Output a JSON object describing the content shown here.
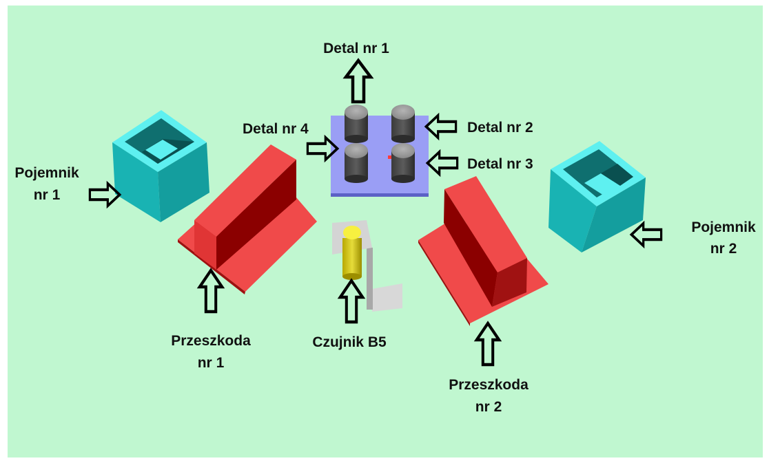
{
  "colors": {
    "background": "#c0f7d0",
    "bin": "#19b3b3",
    "bin_light": "#5ef0f0",
    "obstacle_light": "#f04a4a",
    "obstacle_dark": "#8b0000",
    "plate": "#9a9ef5",
    "part": "#6e6e6e",
    "sensor": "#d9d21a"
  },
  "labels": {
    "part1": "Detal nr 1",
    "part2": "Detal nr 2",
    "part3": "Detal nr 3",
    "part4": "Detal nr 4",
    "bin1_line1": "Pojemnik",
    "bin1_line2": "nr 1",
    "bin2_line1": "Pojemnik",
    "bin2_line2": "nr 2",
    "obstacle1_line1": "Przeszkoda",
    "obstacle1_line2": "nr 1",
    "obstacle2_line1": "Przeszkoda",
    "obstacle2_line2": "nr 2",
    "sensor": "Czujnik B5"
  }
}
